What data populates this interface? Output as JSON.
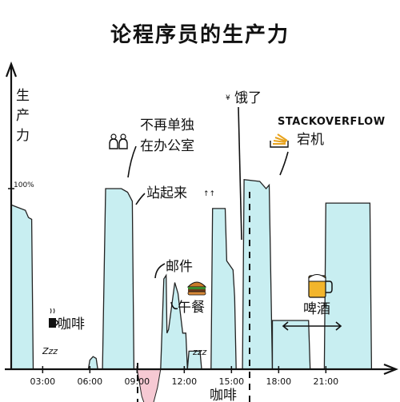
{
  "chart_data": {
    "type": "area",
    "title": "论程序员的生产力",
    "ylabel_chars": [
      "生",
      "产",
      "力"
    ],
    "ytick_label": "100%",
    "x_ticks": [
      "03:00",
      "06:00",
      "09:00",
      "12:00",
      "15:00",
      "18:00",
      "21:00"
    ],
    "xlim": [
      1,
      25
    ],
    "ylim": [
      -0.2,
      1.4
    ],
    "series": [
      {
        "points": [
          [
            1.0,
            0.0
          ],
          [
            1.0,
            0.91
          ],
          [
            1.3,
            0.9
          ],
          [
            1.9,
            0.88
          ],
          [
            2.1,
            0.84
          ],
          [
            2.3,
            0.83
          ],
          [
            2.4,
            0.0
          ],
          [
            5.9,
            0.0
          ],
          [
            6.0,
            0.05
          ],
          [
            6.2,
            0.07
          ],
          [
            6.4,
            0.06
          ],
          [
            6.5,
            0.0
          ],
          [
            6.8,
            0.0
          ],
          [
            7.0,
            1.0
          ],
          [
            8.0,
            1.0
          ],
          [
            8.4,
            0.98
          ],
          [
            8.7,
            0.93
          ],
          [
            8.8,
            0.0
          ],
          [
            9.0,
            0.0
          ],
          [
            9.3,
            -0.15
          ],
          [
            9.5,
            -0.2
          ],
          [
            10.0,
            -0.2
          ],
          [
            10.3,
            -0.1
          ],
          [
            10.5,
            0.0
          ],
          [
            10.5,
            0.0
          ],
          [
            10.7,
            0.5
          ],
          [
            10.85,
            0.52
          ],
          [
            10.9,
            0.2
          ],
          [
            11.0,
            0.22
          ],
          [
            11.2,
            0.35
          ],
          [
            11.4,
            0.48
          ],
          [
            11.6,
            0.42
          ],
          [
            11.9,
            0.2
          ],
          [
            12.1,
            0.2
          ],
          [
            12.2,
            0.0
          ],
          [
            12.2,
            0.0
          ],
          [
            12.3,
            0.1
          ],
          [
            12.7,
            0.1
          ],
          [
            13.0,
            0.1
          ],
          [
            13.1,
            0.0
          ],
          [
            13.7,
            0.0
          ],
          [
            13.8,
            0.89
          ],
          [
            14.6,
            0.89
          ],
          [
            14.7,
            0.6
          ],
          [
            15.1,
            0.55
          ],
          [
            15.2,
            0.4
          ],
          [
            15.3,
            0.0
          ],
          [
            15.7,
            0.0
          ],
          [
            15.8,
            1.05
          ],
          [
            16.8,
            1.04
          ],
          [
            17.2,
            1.0
          ],
          [
            17.4,
            1.02
          ],
          [
            17.6,
            0.0
          ],
          [
            17.6,
            0.0
          ],
          [
            17.6,
            0.27
          ],
          [
            19.9,
            0.27
          ],
          [
            20.0,
            0.0
          ],
          [
            20.9,
            0.0
          ],
          [
            21.0,
            0.92
          ],
          [
            23.8,
            0.92
          ],
          [
            23.9,
            0.0
          ]
        ]
      }
    ],
    "events": [
      {
        "at": 2.25,
        "label": "咖啡"
      },
      {
        "at": 5.0,
        "label": "Zzz"
      },
      {
        "at": 7.9,
        "label": "不再单独"
      },
      {
        "at": 7.9,
        "label": "在办公室"
      },
      {
        "at": 9.0,
        "label": "站起来"
      },
      {
        "at": 10.5,
        "label": "邮件"
      },
      {
        "at": 11.5,
        "label": "午餐"
      },
      {
        "at": 12.5,
        "label": "zzz"
      },
      {
        "at": 14.0,
        "label": "饿了"
      },
      {
        "at": 15.0,
        "label": "咖啡"
      },
      {
        "at": 17.5,
        "label": "STACKOVERFLOW"
      },
      {
        "at": 17.5,
        "label": "宕机"
      },
      {
        "at": 18.8,
        "label": "啤酒"
      }
    ]
  }
}
